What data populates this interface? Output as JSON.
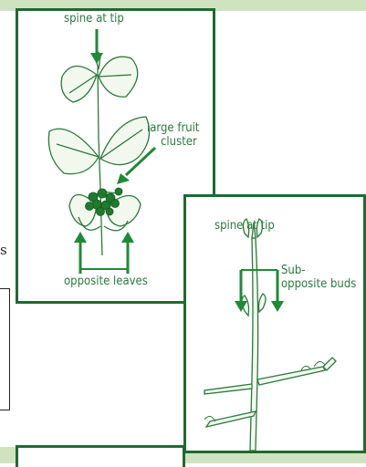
{
  "panel_1": {
    "label_spine": "spine at tip",
    "label_fruit_1": "large fruit",
    "label_fruit_2": "cluster",
    "label_leaves": "opposite leaves"
  },
  "panel_2": {
    "label_spine": "spine at tip",
    "label_buds_1": "Sub-",
    "label_buds_2": "opposite buds"
  },
  "edge_text": "s",
  "colors": {
    "border": "#1f6a32",
    "ink": "#2a7a3c",
    "band": "#cfe3c1"
  }
}
